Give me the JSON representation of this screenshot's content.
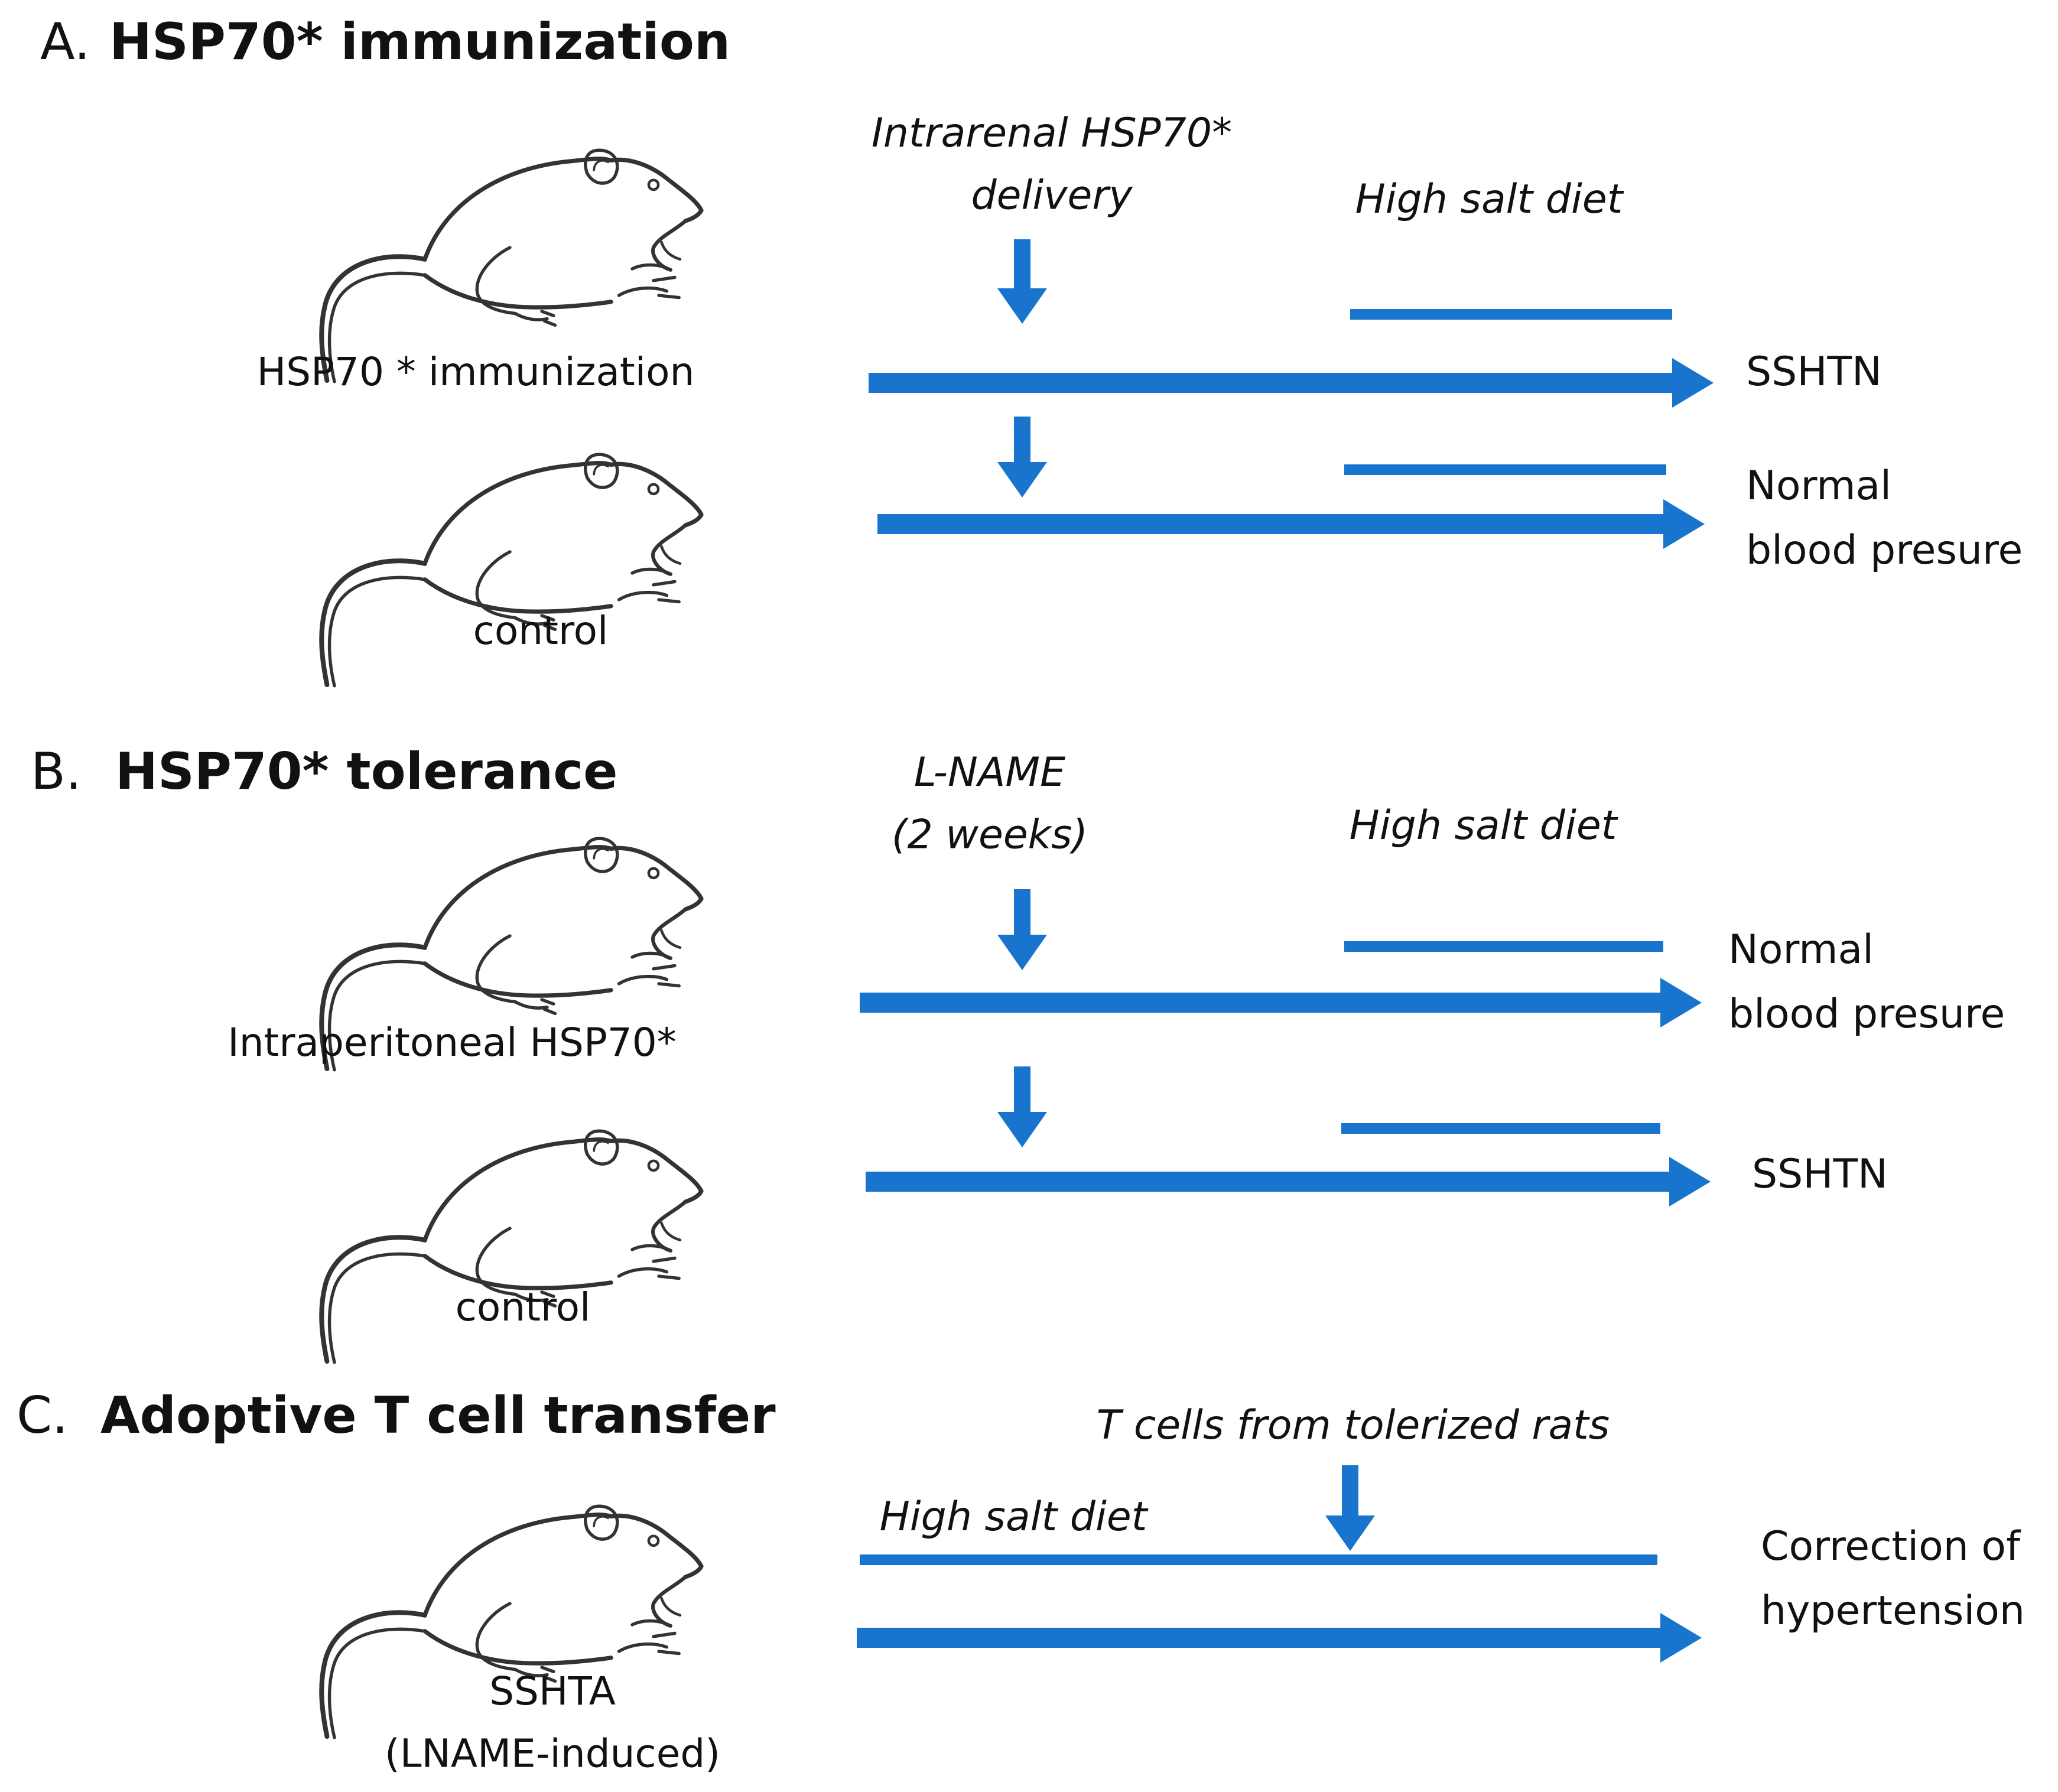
{
  "colors": {
    "accent": "#1874CD",
    "text": "#111111",
    "outline": "#333333"
  },
  "rat_icon": "rat-outline-icon",
  "panels": [
    {
      "prefix": "A.",
      "title": "HSP70* immunization",
      "timeline_labels": [
        {
          "lines": [
            "Intrarenal HSP70*",
            "delivery"
          ]
        },
        {
          "lines": [
            "High salt diet"
          ]
        }
      ],
      "groups": [
        {
          "caption": [
            "HSP70 * immunization"
          ],
          "outcome": [
            "SSHTN"
          ]
        },
        {
          "caption": [
            "control"
          ],
          "outcome": [
            "Normal",
            "blood presure"
          ]
        }
      ]
    },
    {
      "prefix": "B.",
      "title": "HSP70* tolerance",
      "timeline_labels": [
        {
          "lines": [
            "L-NAME",
            "(2 weeks)"
          ]
        },
        {
          "lines": [
            "High salt diet"
          ]
        }
      ],
      "groups": [
        {
          "caption": [
            "Intraperitoneal HSP70*"
          ],
          "outcome": [
            "Normal",
            "blood presure"
          ]
        },
        {
          "caption": [
            "control"
          ],
          "outcome": [
            "SSHTN"
          ]
        }
      ]
    },
    {
      "prefix": "C.",
      "title": "Adoptive T cell transfer",
      "timeline_labels": [
        {
          "lines": [
            "T cells from tolerized rats"
          ]
        },
        {
          "lines": [
            "High salt diet"
          ]
        }
      ],
      "groups": [
        {
          "caption": [
            "SSHTA",
            "(LNAME-induced)"
          ],
          "outcome": [
            "Correction of",
            "hypertension"
          ]
        }
      ]
    }
  ]
}
